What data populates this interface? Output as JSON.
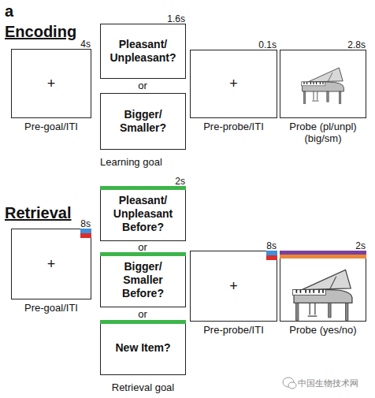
{
  "diagram": {
    "nodes": [
      {
        "text": [
          "4s",
          "+",
          "Pre-goal/ITI"
        ]
      },
      {
        "text": [
          "1.6s",
          "Pleasant/ Unpleasant?"
        ]
      },
      {
        "text": [
          "Bigger/ Smaller?"
        ]
      },
      {
        "text": [
          "0.1s",
          "+",
          "Pre-probe/ITI"
        ]
      },
      {
        "text": [
          "2.8s",
          "Probe (pl/unpl) (big/sm)"
        ]
      },
      {
        "text": [
          "8s",
          "+",
          "Pre-goal/ITI"
        ]
      },
      {
        "text": [
          "2s",
          "Pleasant/ Unpleasant Before?"
        ]
      },
      {
        "text": [
          "Bigger/ Smaller Before?"
        ]
      },
      {
        "text": [
          "New Item?"
        ]
      },
      {
        "text": [
          "8s",
          "+",
          "Pre-probe/ITI"
        ]
      },
      {
        "text": [
          "2s",
          "Probe (yes/no)"
        ]
      }
    ],
    "labels": [
      "a",
      "Encoding",
      "or",
      "Learning goal",
      "Retrieval",
      "or",
      "or",
      "Retrieval goal",
      "中国生物技术网"
    ]
  }
}
